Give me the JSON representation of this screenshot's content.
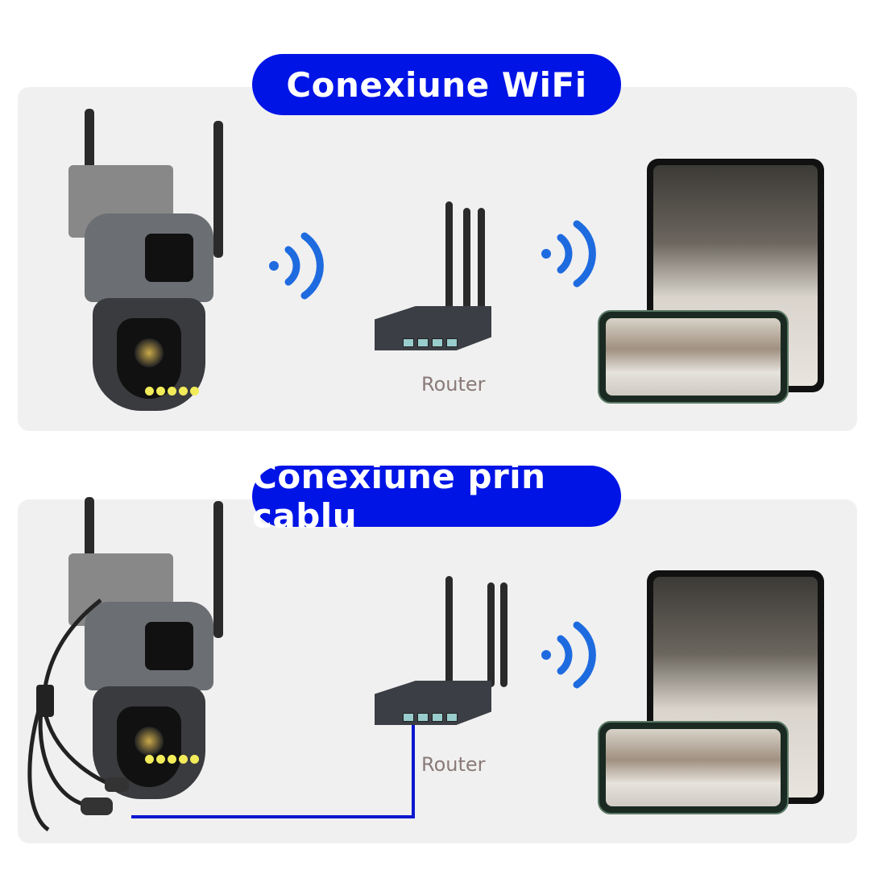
{
  "sections": [
    {
      "title": "Conexiune WiFi",
      "router_label": "Router"
    },
    {
      "title": "Conexiune prin cablu",
      "router_label": "Router"
    }
  ],
  "colors": {
    "accent": "#0014e6",
    "panel": "#f0f0f0",
    "wifi": "#1e6be0"
  }
}
